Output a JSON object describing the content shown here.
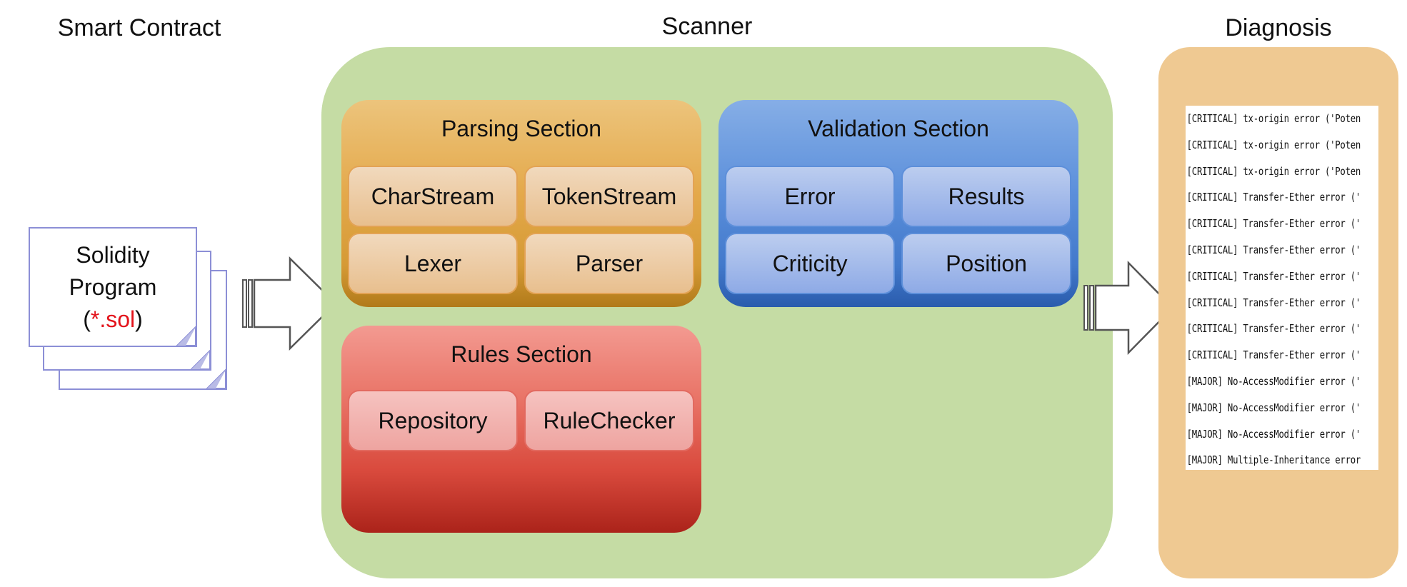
{
  "titles": {
    "smart_contract": "Smart Contract",
    "scanner": "Scanner",
    "diagnosis": "Diagnosis"
  },
  "file": {
    "line1": "Solidity",
    "line2": "Program",
    "open_paren": "(",
    "extension": "*.sol",
    "close_paren": ")"
  },
  "parsing": {
    "title": "Parsing Section",
    "items": [
      "CharStream",
      "TokenStream",
      "Lexer",
      "Parser"
    ]
  },
  "validation": {
    "title": "Validation Section",
    "items": [
      "Error",
      "Results",
      "Criticity",
      "Position"
    ]
  },
  "rules": {
    "title": "Rules Section",
    "items": [
      "Repository",
      "RuleChecker"
    ]
  },
  "log_lines": [
    "[CRITICAL] tx-origin error ('Poten",
    "[CRITICAL] tx-origin error ('Poten",
    "[CRITICAL] tx-origin error ('Poten",
    "[CRITICAL] Transfer-Ether error ('",
    "[CRITICAL] Transfer-Ether error ('",
    "[CRITICAL] Transfer-Ether error ('",
    "[CRITICAL] Transfer-Ether error ('",
    "[CRITICAL] Transfer-Ether error ('",
    "[CRITICAL] Transfer-Ether error ('",
    "[CRITICAL] Transfer-Ether error ('",
    "[MAJOR] No-AccessModifier error ('",
    "[MAJOR] No-AccessModifier error ('",
    "[MAJOR] No-AccessModifier error ('",
    "[MAJOR] Multiple-Inheritance error"
  ],
  "colors": {
    "scanner_bg": "#c5dca4",
    "diagnosis_bg": "#efc992",
    "extension_red": "#e3131b",
    "page_border": "#8c8fd6"
  }
}
